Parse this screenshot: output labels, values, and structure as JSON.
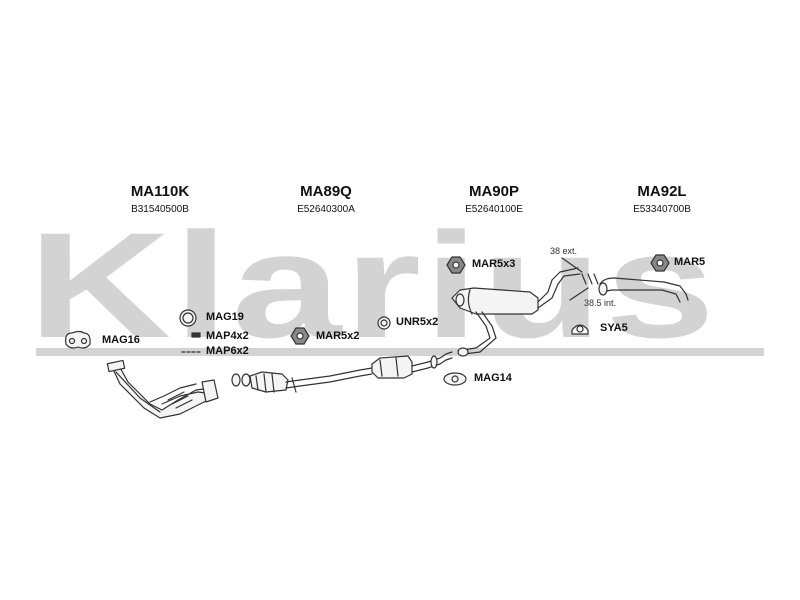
{
  "watermark": {
    "text": "Klarius"
  },
  "sections": [
    {
      "code": "MA110K",
      "part": "B31540500B"
    },
    {
      "code": "MA89Q",
      "part": "E52640300A"
    },
    {
      "code": "MA90P",
      "part": "E52640100E"
    },
    {
      "code": "MA92L",
      "part": "E53340700B"
    }
  ],
  "labels": {
    "mag16": "MAG16",
    "mag19": "MAG19",
    "map4x2": "MAP4x2",
    "map6x2": "MAP6x2",
    "mar5x2": "MAR5x2",
    "unr5x2": "UNR5x2",
    "mar5x3": "MAR5x3",
    "mag14": "MAG14",
    "mar5": "MAR5",
    "sya5": "SYA5"
  },
  "notes": {
    "ext": "38 ext.",
    "int": "38.5 int."
  },
  "colors": {
    "line": "#333333",
    "fill": "#f4f4f4",
    "watermark": "#d3d3d3"
  }
}
